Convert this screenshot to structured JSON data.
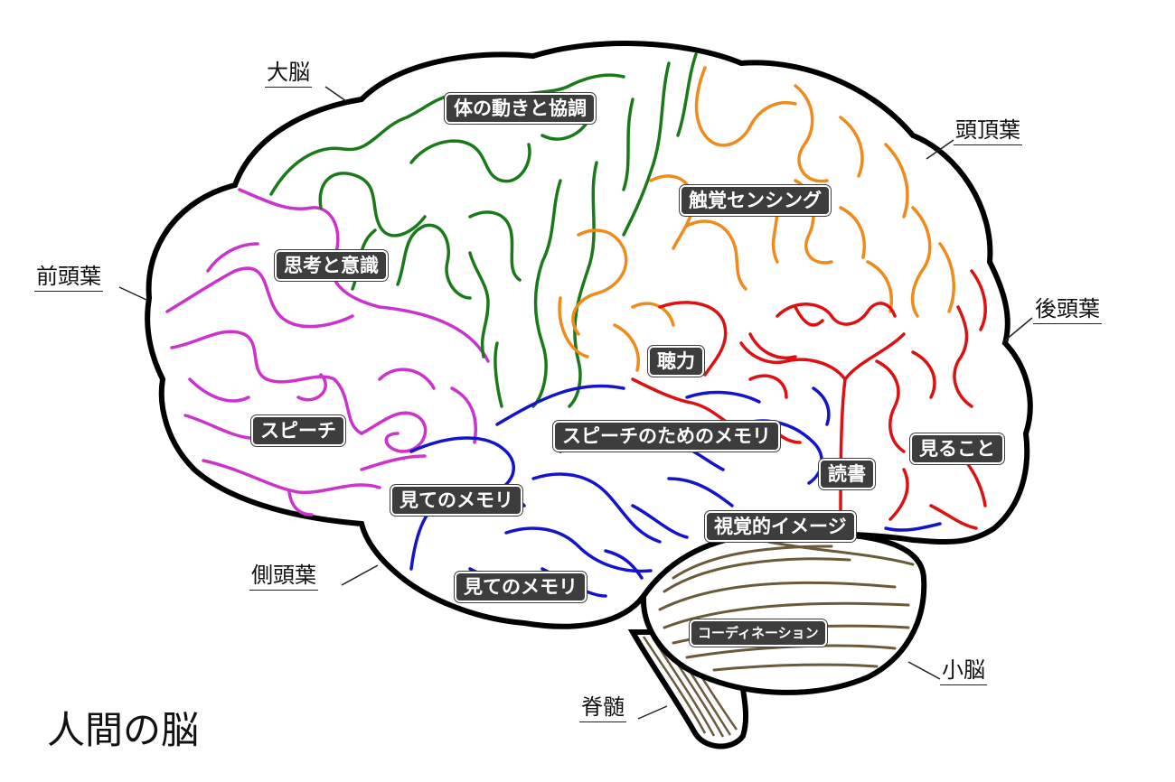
{
  "title": "人間の脳",
  "colors": {
    "frontal": "#cc33cc",
    "motor": "#1a7a1a",
    "parietal": "#f08a1a",
    "occipital": "#dd1111",
    "temporal": "#1414cc",
    "cerebellum": "#6b5a3a",
    "outline": "#000000",
    "label_bg": "#3d3d3d"
  },
  "regions": {
    "cerebrum": "大脳",
    "parietal": "頭頂葉",
    "frontal": "前頭葉",
    "occipital": "後頭葉",
    "temporal": "側頭葉",
    "cerebellum": "小脳",
    "spinal_cord": "脊髄"
  },
  "functions": {
    "movement": "体の動きと協調",
    "sensing": "触覚センシング",
    "thinking": "思考と意識",
    "hearing": "聴力",
    "speech": "スピーチ",
    "speech_memory": "スピーチのためのメモリ",
    "seeing": "見ること",
    "reading": "読書",
    "visual_memory_1": "見てのメモリ",
    "visual_imagery": "視覚的イメージ",
    "visual_memory_2": "見てのメモリ",
    "coordination": "コーディネーション"
  }
}
